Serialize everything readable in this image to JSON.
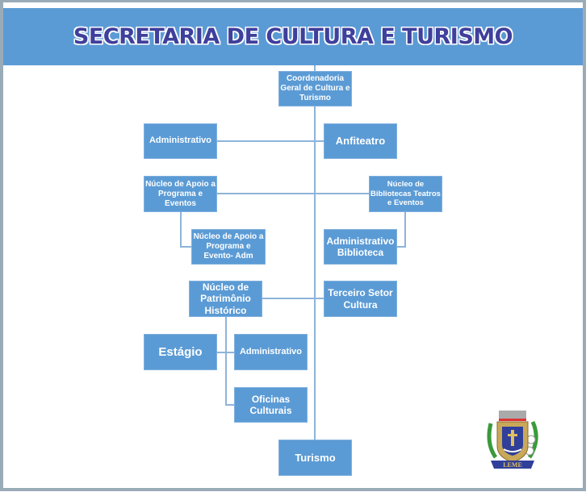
{
  "header": {
    "title": "SECRETARIA DE CULTURA E TURISMO"
  },
  "boxes": {
    "coordenadoria": "Coordenadoria Geral de Cultura e Turismo",
    "administrativo": "Administrativo",
    "anfiteatro": "Anfiteatro",
    "nucleo_apoio": "Núcleo de Apoio a Programa e Eventos",
    "nucleo_bibliotecas": "Núcleo de Bibliotecas Teatros e Eventos",
    "nucleo_apoio_adm": "Núcleo de Apoio a Programa e Evento- Adm",
    "administrativo_biblioteca": "Administrativo Biblioteca",
    "nucleo_patrimonio": "Núcleo de Patrimônio Histórico",
    "terceiro_setor": "Terceiro Setor Cultura",
    "estagio": "Estágio",
    "administrativo_patrimonio": "Administrativo",
    "oficinas": "Oficinas Culturais",
    "turismo": "Turismo"
  },
  "logo": {
    "text": "LEME"
  },
  "colors": {
    "box": "#5b9bd5",
    "title": "#3f3f9c",
    "line": "#8db4da"
  }
}
